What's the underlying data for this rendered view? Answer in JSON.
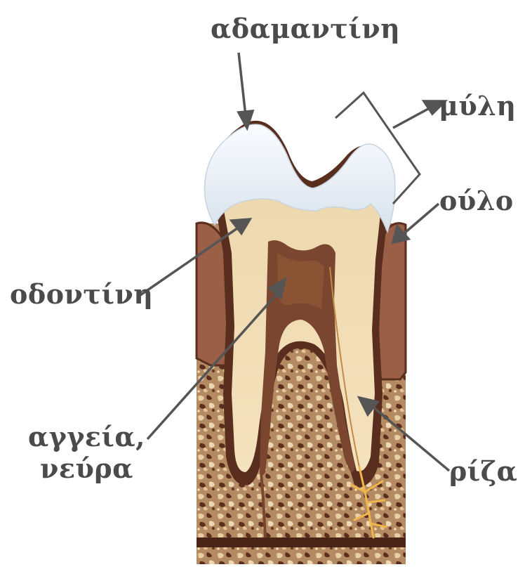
{
  "labels": {
    "enamel": "αδαμαντίνη",
    "crown": "μύλη",
    "gum": "ούλο",
    "dentin": "οδοντίνη",
    "vessels_line1": "αγγεία,",
    "vessels_line2": "νεύρα",
    "root": "ρίζα"
  },
  "colors": {
    "enamel": "#e4ecf4",
    "dentin": "#efd6a6",
    "pulp": "#7a4630",
    "bone": "#a97a56",
    "bone_dark": "#5a2e1e",
    "gum": "#9b5e46",
    "label_text": "#4b4b4b",
    "arrow": "#555555"
  }
}
